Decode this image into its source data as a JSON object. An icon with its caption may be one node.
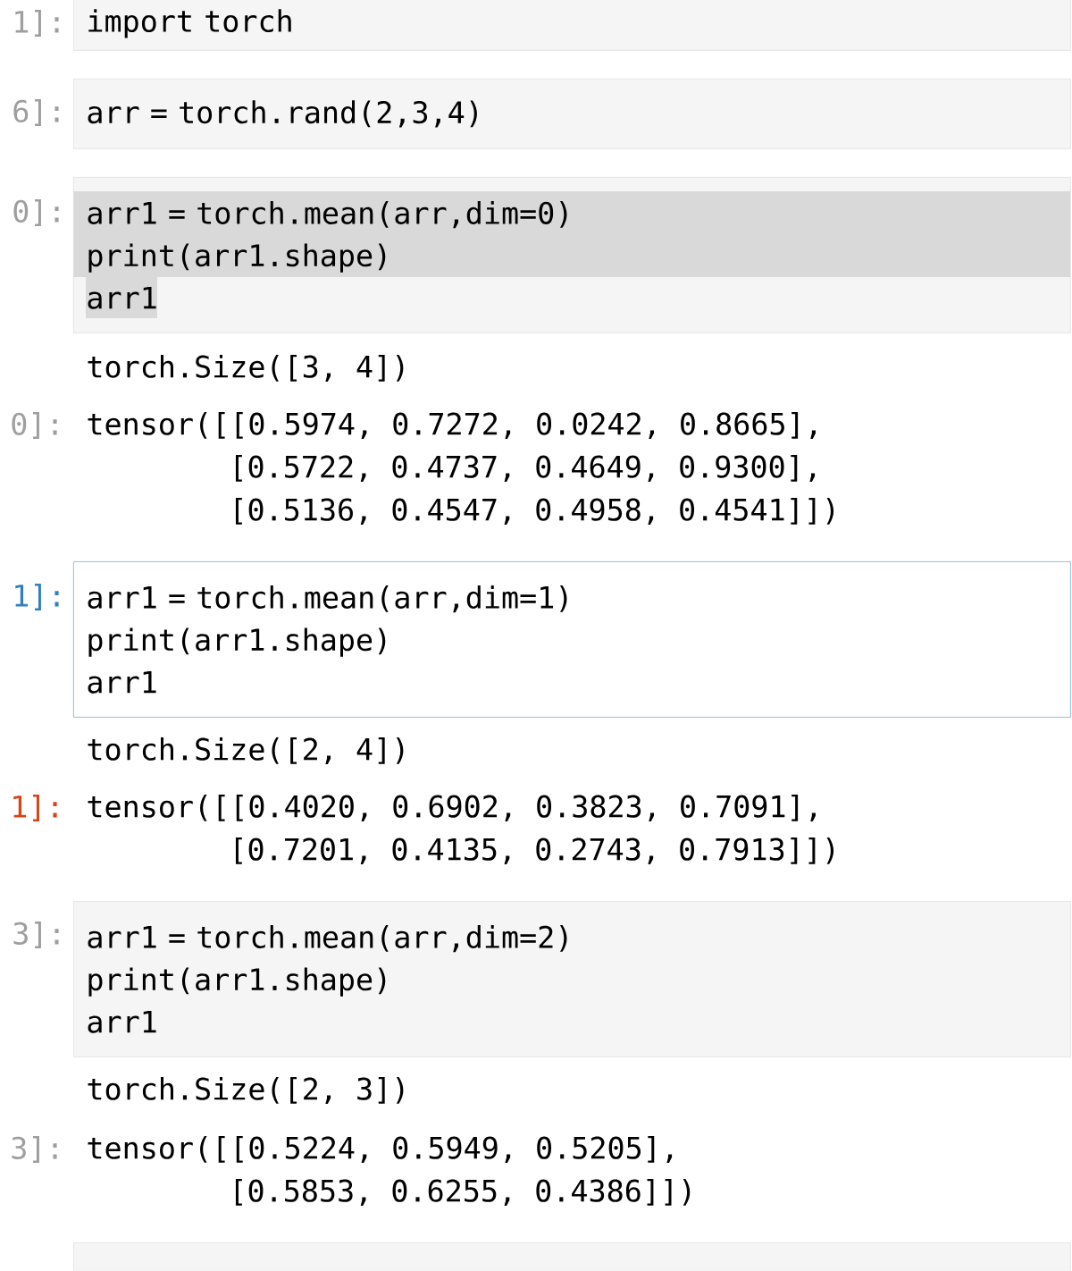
{
  "diagram": {
    "nodes": [
      {
        "text": [
          "import torch"
        ],
        "beside": [
          "1]:"
        ]
      },
      {
        "text": [
          "arr = torch.rand(2,3,4)"
        ],
        "beside": [
          "6]:"
        ]
      },
      {
        "text": [
          "arr1 = torch.mean(arr,dim=0)",
          "print(arr1.shape)",
          "arr1"
        ],
        "beside": [
          "0]:"
        ]
      },
      {
        "text": [
          "arr1 = torch.mean(arr,dim=1)",
          "print(arr1.shape)",
          "arr1"
        ],
        "beside": [
          "1]:"
        ]
      },
      {
        "text": [
          "arr1 = torch.mean(arr,dim=2)",
          "print(arr1.shape)",
          "arr1"
        ],
        "beside": [
          "3]:"
        ]
      },
      {
        "text": [],
        "shape": "box"
      }
    ],
    "edges": [],
    "labels": [
      "torch.Size([3, 4])",
      "0]:",
      "tensor([[0.5974, 0.7272, 0.0242, 0.8665],",
      "[0.5722, 0.4737, 0.4649, 0.9300],",
      "[0.5136, 0.4547, 0.4958, 0.4541]])",
      "torch.Size([2, 4])",
      "1]:",
      "tensor([[0.4020, 0.6902, 0.3823, 0.7091],",
      "[0.7201, 0.4135, 0.2743, 0.7913]])",
      "torch.Size([2, 3])",
      "3]:",
      "tensor([[0.5224, 0.5949, 0.5205],",
      "[0.5853, 0.6255, 0.4386]])"
    ]
  }
}
